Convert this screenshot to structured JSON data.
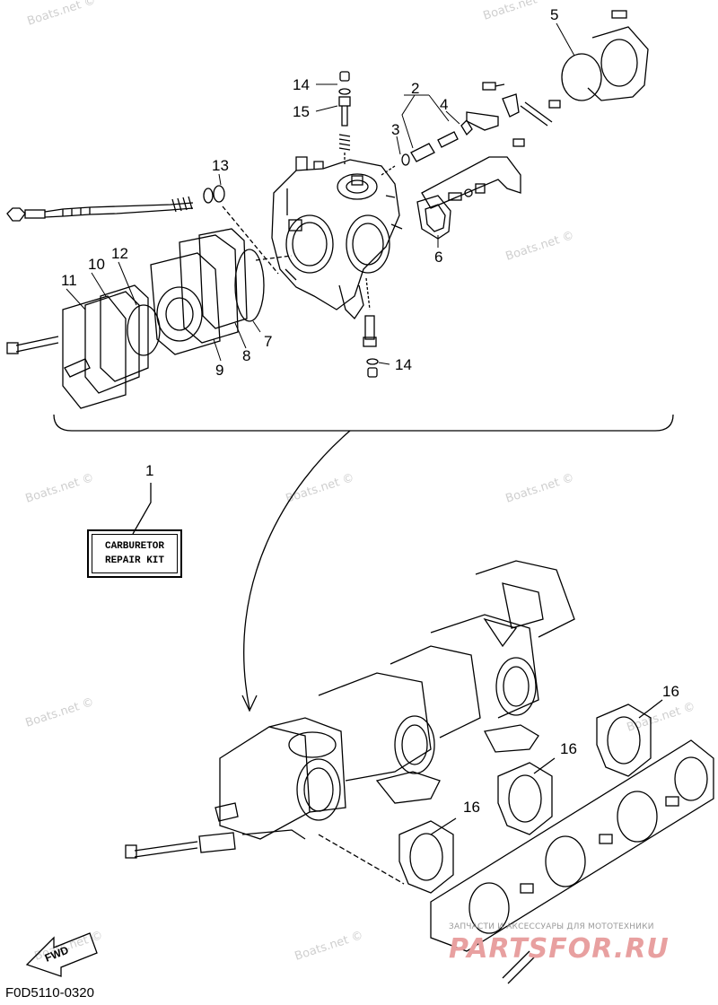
{
  "callouts": {
    "c1": "1",
    "c2": "2",
    "c3": "3",
    "c4": "4",
    "c5": "5",
    "c6": "6",
    "c7": "7",
    "c8": "8",
    "c9": "9",
    "c10": "10",
    "c11": "11",
    "c12": "12",
    "c13": "13",
    "c14a": "14",
    "c14b": "14",
    "c15": "15",
    "c16a": "16",
    "c16b": "16",
    "c16c": "16"
  },
  "kit_label": {
    "line1": "CARBURETOR",
    "line2": "REPAIR KIT"
  },
  "direction_marker": "FWD",
  "figure_code": "F0D5110-0320",
  "watermark": "Boats.net ©",
  "shop_watermark": {
    "tagline": "ЗАПЧАСТИ И АКСЕССУАРЫ ДЛЯ МОТОТЕХНИКИ",
    "logo": "PARTSFOR.RU"
  },
  "colors": {
    "line": "#000000",
    "watermark": "#cfcfcf",
    "shop_logo": "#e8a0a0"
  }
}
